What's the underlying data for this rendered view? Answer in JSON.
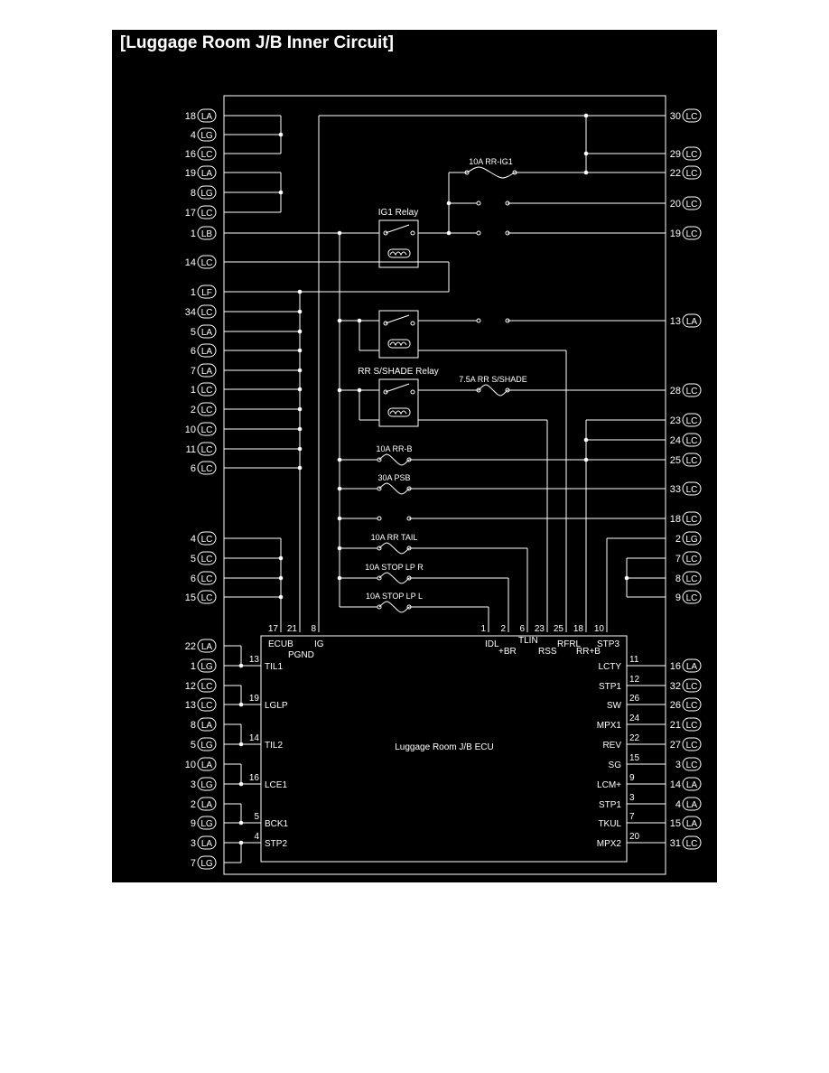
{
  "title": "[Luggage Room J/B Inner Circuit]",
  "colors": {
    "background": "#000000",
    "line": "#ffffff"
  },
  "left_connectors": [
    {
      "pin": "18",
      "conn": "LA"
    },
    {
      "pin": "4",
      "conn": "LG"
    },
    {
      "pin": "16",
      "conn": "LC"
    },
    {
      "pin": "19",
      "conn": "LA"
    },
    {
      "pin": "8",
      "conn": "LG"
    },
    {
      "pin": "17",
      "conn": "LC"
    },
    {
      "pin": "1",
      "conn": "LB"
    },
    {
      "pin": "14",
      "conn": "LC"
    },
    {
      "pin": "1",
      "conn": "LF"
    },
    {
      "pin": "34",
      "conn": "LC"
    },
    {
      "pin": "5",
      "conn": "LA"
    },
    {
      "pin": "6",
      "conn": "LA"
    },
    {
      "pin": "7",
      "conn": "LA"
    },
    {
      "pin": "1",
      "conn": "LC"
    },
    {
      "pin": "2",
      "conn": "LC"
    },
    {
      "pin": "10",
      "conn": "LC"
    },
    {
      "pin": "11",
      "conn": "LC"
    },
    {
      "pin": "6",
      "conn": "LC"
    },
    {
      "pin": "4",
      "conn": "LC"
    },
    {
      "pin": "5",
      "conn": "LC"
    },
    {
      "pin": "6",
      "conn": "LC"
    },
    {
      "pin": "15",
      "conn": "LC"
    },
    {
      "pin": "22",
      "conn": "LA"
    },
    {
      "pin": "1",
      "conn": "LG"
    },
    {
      "pin": "12",
      "conn": "LC"
    },
    {
      "pin": "13",
      "conn": "LC"
    },
    {
      "pin": "8",
      "conn": "LA"
    },
    {
      "pin": "5",
      "conn": "LG"
    },
    {
      "pin": "10",
      "conn": "LA"
    },
    {
      "pin": "3",
      "conn": "LG"
    },
    {
      "pin": "2",
      "conn": "LA"
    },
    {
      "pin": "9",
      "conn": "LG"
    },
    {
      "pin": "3",
      "conn": "LA"
    },
    {
      "pin": "7",
      "conn": "LG"
    }
  ],
  "right_connectors": [
    {
      "pin": "30",
      "conn": "LC"
    },
    {
      "pin": "29",
      "conn": "LC"
    },
    {
      "pin": "22",
      "conn": "LC"
    },
    {
      "pin": "20",
      "conn": "LC"
    },
    {
      "pin": "19",
      "conn": "LC"
    },
    {
      "pin": "13",
      "conn": "LA"
    },
    {
      "pin": "28",
      "conn": "LC"
    },
    {
      "pin": "23",
      "conn": "LC"
    },
    {
      "pin": "24",
      "conn": "LC"
    },
    {
      "pin": "25",
      "conn": "LC"
    },
    {
      "pin": "33",
      "conn": "LC"
    },
    {
      "pin": "18",
      "conn": "LC"
    },
    {
      "pin": "2",
      "conn": "LG"
    },
    {
      "pin": "7",
      "conn": "LC"
    },
    {
      "pin": "8",
      "conn": "LC"
    },
    {
      "pin": "9",
      "conn": "LC"
    },
    {
      "pin": "16",
      "conn": "LA"
    },
    {
      "pin": "32",
      "conn": "LC"
    },
    {
      "pin": "26",
      "conn": "LC"
    },
    {
      "pin": "21",
      "conn": "LC"
    },
    {
      "pin": "27",
      "conn": "LC"
    },
    {
      "pin": "3",
      "conn": "LC"
    },
    {
      "pin": "14",
      "conn": "LA"
    },
    {
      "pin": "4",
      "conn": "LA"
    },
    {
      "pin": "15",
      "conn": "LA"
    },
    {
      "pin": "31",
      "conn": "LC"
    }
  ],
  "fuses": [
    {
      "label": "10A RR-IG1"
    },
    {
      "label": "7.5A RR S/SHADE"
    },
    {
      "label": "10A RR-B"
    },
    {
      "label": "30A PSB"
    },
    {
      "label": "10A RR TAIL"
    },
    {
      "label": "10A STOP LP R"
    },
    {
      "label": "10A STOP LP L"
    }
  ],
  "relays": [
    {
      "label": "IG1 Relay"
    },
    {
      "label": ""
    },
    {
      "label": "RR S/SHADE Relay"
    }
  ],
  "ecu": {
    "label": "Luggage Room J/B ECU",
    "top_pins": [
      {
        "num": "17",
        "name": "ECUB"
      },
      {
        "num": "21",
        "name": "PGND"
      },
      {
        "num": "8",
        "name": "IG"
      },
      {
        "num": "1",
        "name": "IDL"
      },
      {
        "num": "2",
        "name": "+BR"
      },
      {
        "num": "6",
        "name": "TLIN"
      },
      {
        "num": "23",
        "name": "RSS"
      },
      {
        "num": "25",
        "name": "RFRL"
      },
      {
        "num": "18",
        "name": "RR+B"
      },
      {
        "num": "10",
        "name": "STP3"
      }
    ],
    "left_pins": [
      {
        "num": "13",
        "name": "TIL1"
      },
      {
        "num": "19",
        "name": "LGLP"
      },
      {
        "num": "14",
        "name": "TIL2"
      },
      {
        "num": "16",
        "name": "LCE1"
      },
      {
        "num": "5",
        "name": "BCK1"
      },
      {
        "num": "4",
        "name": "STP2"
      }
    ],
    "right_pins": [
      {
        "num": "11",
        "name": "LCTY"
      },
      {
        "num": "12",
        "name": "STP1"
      },
      {
        "num": "26",
        "name": "SW"
      },
      {
        "num": "24",
        "name": "MPX1"
      },
      {
        "num": "22",
        "name": "REV"
      },
      {
        "num": "15",
        "name": "SG"
      },
      {
        "num": "9",
        "name": "LCM+"
      },
      {
        "num": "3",
        "name": "STP1"
      },
      {
        "num": "7",
        "name": "TKUL"
      },
      {
        "num": "20",
        "name": "MPX2"
      }
    ]
  }
}
